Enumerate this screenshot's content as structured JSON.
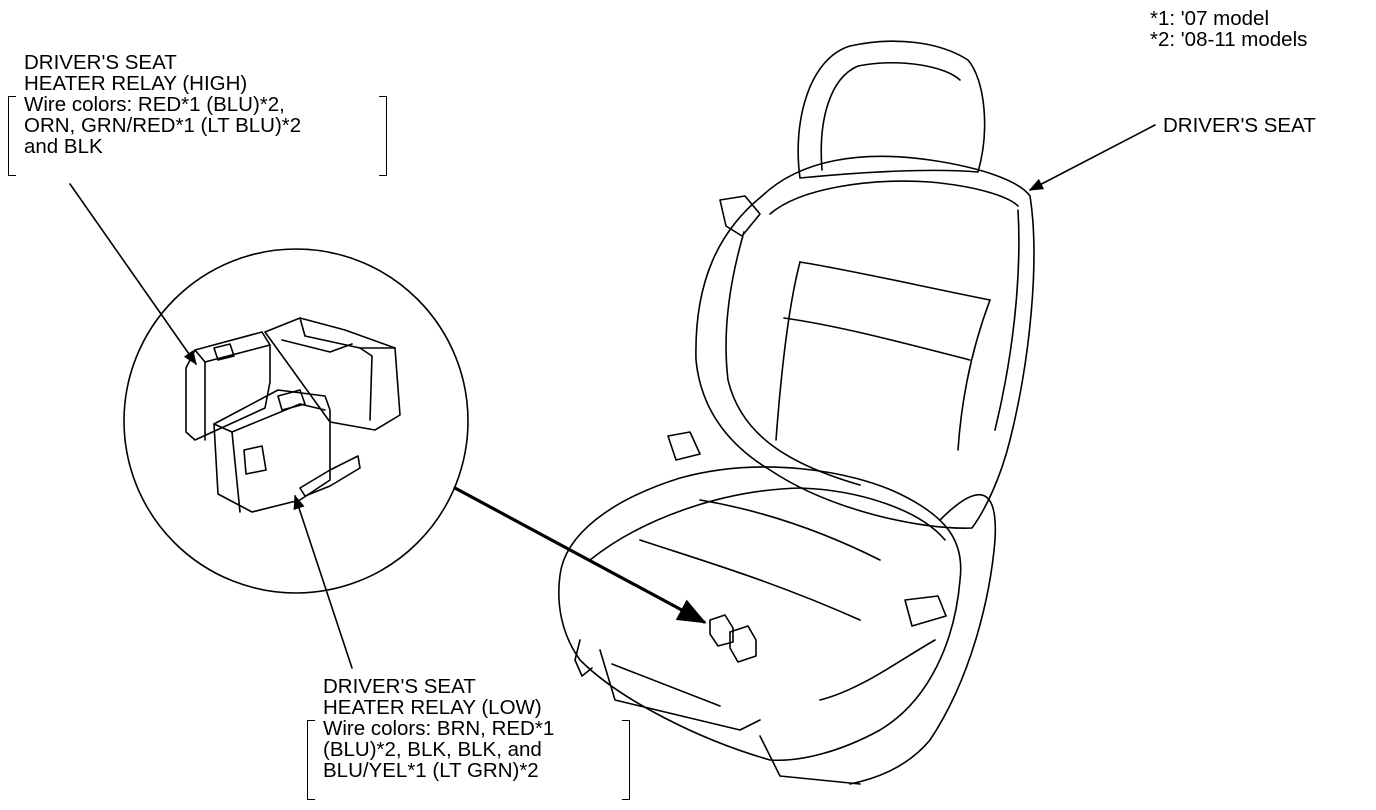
{
  "footnotes": [
    "*1: '07 model",
    "*2: '08-11 models"
  ],
  "seat_label": "DRIVER'S SEAT",
  "relay_high": {
    "title": [
      "DRIVER'S SEAT",
      "HEATER RELAY (HIGH)"
    ],
    "wires": [
      "Wire colors: RED*1 (BLU)*2,",
      "ORN, GRN/RED*1 (LT BLU)*2",
      "and BLK"
    ]
  },
  "relay_low": {
    "title": [
      "DRIVER'S SEAT",
      "HEATER RELAY (LOW)"
    ],
    "wires": [
      "Wire colors: BRN, RED*1",
      "(BLU)*2, BLK, BLK, and",
      "BLU/YEL*1 (LT GRN)*2"
    ]
  }
}
